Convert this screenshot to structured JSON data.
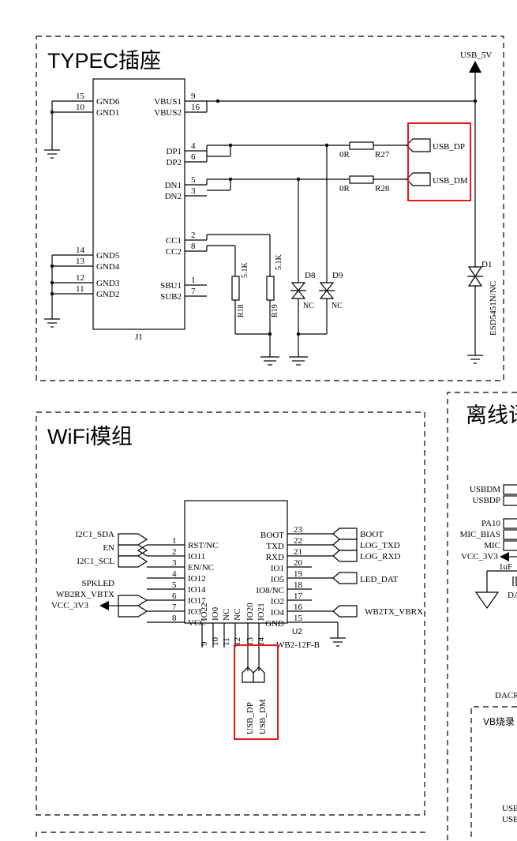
{
  "sections": {
    "typec_title": "TYPEC插座",
    "wifi_title": "WiFi模组",
    "offline_title": "离线语",
    "vb_title": "VB烧录"
  },
  "usb_5v": "USB_5V",
  "j1": {
    "ref": "J1",
    "left_pins": [
      {
        "num": "15",
        "name": "GND6"
      },
      {
        "num": "10",
        "name": "GND1"
      },
      {
        "num": "14",
        "name": "GND5"
      },
      {
        "num": "13",
        "name": "GND4"
      },
      {
        "num": "12",
        "name": "GND3"
      },
      {
        "num": "11",
        "name": "GND2"
      }
    ],
    "right_pins": [
      {
        "num": "9",
        "name": "VBUS1"
      },
      {
        "num": "16",
        "name": "VBUS2"
      },
      {
        "num": "4",
        "name": "DP1"
      },
      {
        "num": "6",
        "name": "DP2"
      },
      {
        "num": "5",
        "name": "DN1"
      },
      {
        "num": "3",
        "name": "DN2"
      },
      {
        "num": "2",
        "name": "CC1"
      },
      {
        "num": "8",
        "name": "CC2"
      },
      {
        "num": "1",
        "name": "SBU1"
      },
      {
        "num": "7",
        "name": "SUB2"
      }
    ]
  },
  "resistors": {
    "r27": {
      "ref": "R27",
      "value": "0R"
    },
    "r28": {
      "ref": "R28",
      "value": "0R"
    },
    "r18": {
      "ref": "R18",
      "value": "5.1K"
    },
    "r19": {
      "ref": "R19",
      "value": "5.1K"
    }
  },
  "diodes": {
    "d8": {
      "ref": "D8",
      "value": "NC"
    },
    "d9": {
      "ref": "D9",
      "value": "NC"
    },
    "d1": {
      "ref": "D1",
      "value": "ESD5451N/NC"
    }
  },
  "usb_ports": {
    "dp": "USB_DP",
    "dm": "USB_DM"
  },
  "u2": {
    "ref": "U2",
    "part": "WB2-12F-B",
    "left_pins": [
      {
        "num": "1",
        "name": "RST/NC",
        "net": ""
      },
      {
        "num": "2",
        "name": "",
        "net": "I2C1_SDA"
      },
      {
        "num": "3",
        "name": "EN/NC",
        "net": "EN"
      },
      {
        "num": "4",
        "name": "IO12",
        "net": "I2C1_SCL"
      },
      {
        "num": "5",
        "name": "IO14",
        "net": ""
      },
      {
        "num": "6",
        "name": "IO17",
        "net": "SPKLED"
      },
      {
        "num": "7",
        "name": "IO3",
        "net": "WB2RX_VBTX"
      },
      {
        "num": "8",
        "name": "VCC",
        "net": "VCC_3V3"
      }
    ],
    "left_extra_name": "IO11",
    "right_pins": [
      {
        "num": "23",
        "name": "BOOT",
        "net": "BOOT"
      },
      {
        "num": "22",
        "name": "TXD",
        "net": "LOG_TXD"
      },
      {
        "num": "21",
        "name": "RXD",
        "net": "LOG_RXD"
      },
      {
        "num": "20",
        "name": "IO1",
        "net": ""
      },
      {
        "num": "19",
        "name": "IO5",
        "net": "LED_DAT"
      },
      {
        "num": "18",
        "name": "IO8/NC",
        "net": ""
      },
      {
        "num": "17",
        "name": "IO2",
        "net": ""
      },
      {
        "num": "16",
        "name": "IO4",
        "net": "WB2TX_VBRX"
      },
      {
        "num": "15",
        "name": "GND",
        "net": ""
      }
    ],
    "bottom_pins": [
      {
        "num": "9",
        "name": "IO22"
      },
      {
        "num": "10",
        "name": "IO0"
      },
      {
        "num": "11",
        "name": "NC"
      },
      {
        "num": "12",
        "name": "NC"
      },
      {
        "num": "13",
        "name": "IO20"
      },
      {
        "num": "14",
        "name": "IO21"
      }
    ],
    "bottom_nets": [
      "USB_DP",
      "USB_DM"
    ]
  },
  "offline_labels": [
    "USBDM",
    "USBDP",
    "PA10",
    "MIC_BIAS",
    "MIC",
    "VCC_3V3",
    "1uF",
    "DA",
    "DACR"
  ],
  "vb_labels": [
    "USBI",
    "USBI"
  ]
}
